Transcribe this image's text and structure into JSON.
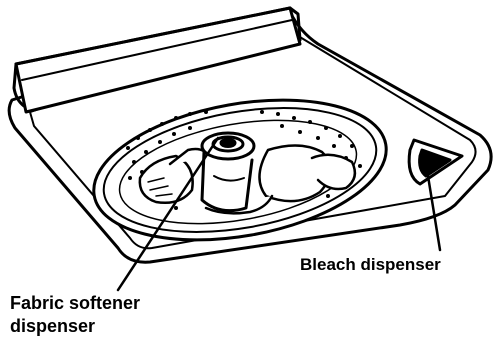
{
  "labels": {
    "bleach": "Bleach dispenser",
    "fabric_line1": "Fabric softener",
    "fabric_line2": "dispenser"
  },
  "colors": {
    "ink": "#000000",
    "paper": "#ffffff"
  }
}
